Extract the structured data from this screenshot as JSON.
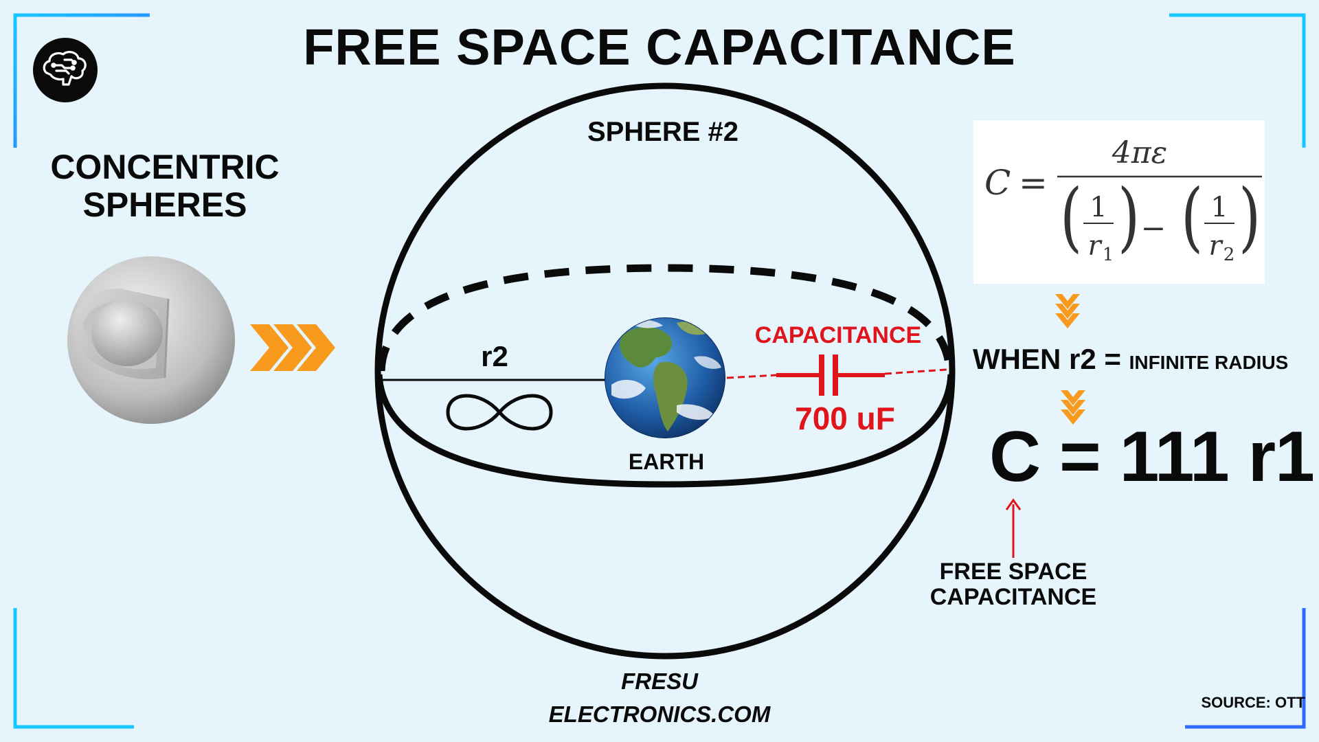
{
  "title": "FREE SPACE CAPACITANCE",
  "left_panel": {
    "heading_line1": "CONCENTRIC",
    "heading_line2": "SPHERES"
  },
  "diagram": {
    "sphere_label": "SPHERE #2",
    "radius_label": "r2",
    "earth_label": "EARTH",
    "capacitance_label": "CAPACITANCE",
    "capacitance_value": "700 uF"
  },
  "formula": {
    "lhs": "C",
    "numerator": "4πε",
    "term1_num": "1",
    "term1_den": "r",
    "term1_sub": "1",
    "term2_num": "1",
    "term2_den": "r",
    "term2_sub": "2"
  },
  "condition": {
    "when": "WHEN r2 =",
    "detail": "INFINITE RADIUS"
  },
  "result": "C = 111 r1",
  "result_annotation_line1": "FREE SPACE",
  "result_annotation_line2": "CAPACITANCE",
  "brand_line1": "FRESU",
  "brand_line2": "ELECTRONICS.COM",
  "source": "SOURCE: OTT",
  "colors": {
    "background": "#e6f5fc",
    "accent_red": "#e0141b",
    "arrow_orange": "#f79a1e",
    "frame_cyan": "#1ac6ff",
    "frame_blue": "#2f6bff"
  },
  "icons": {
    "logo": "brain-circuit-icon",
    "arrows": "triple-chevron-right-icon",
    "down_arrows": "double-chevron-down-icon",
    "infinity": "infinity-icon",
    "capacitor": "capacitor-icon"
  }
}
